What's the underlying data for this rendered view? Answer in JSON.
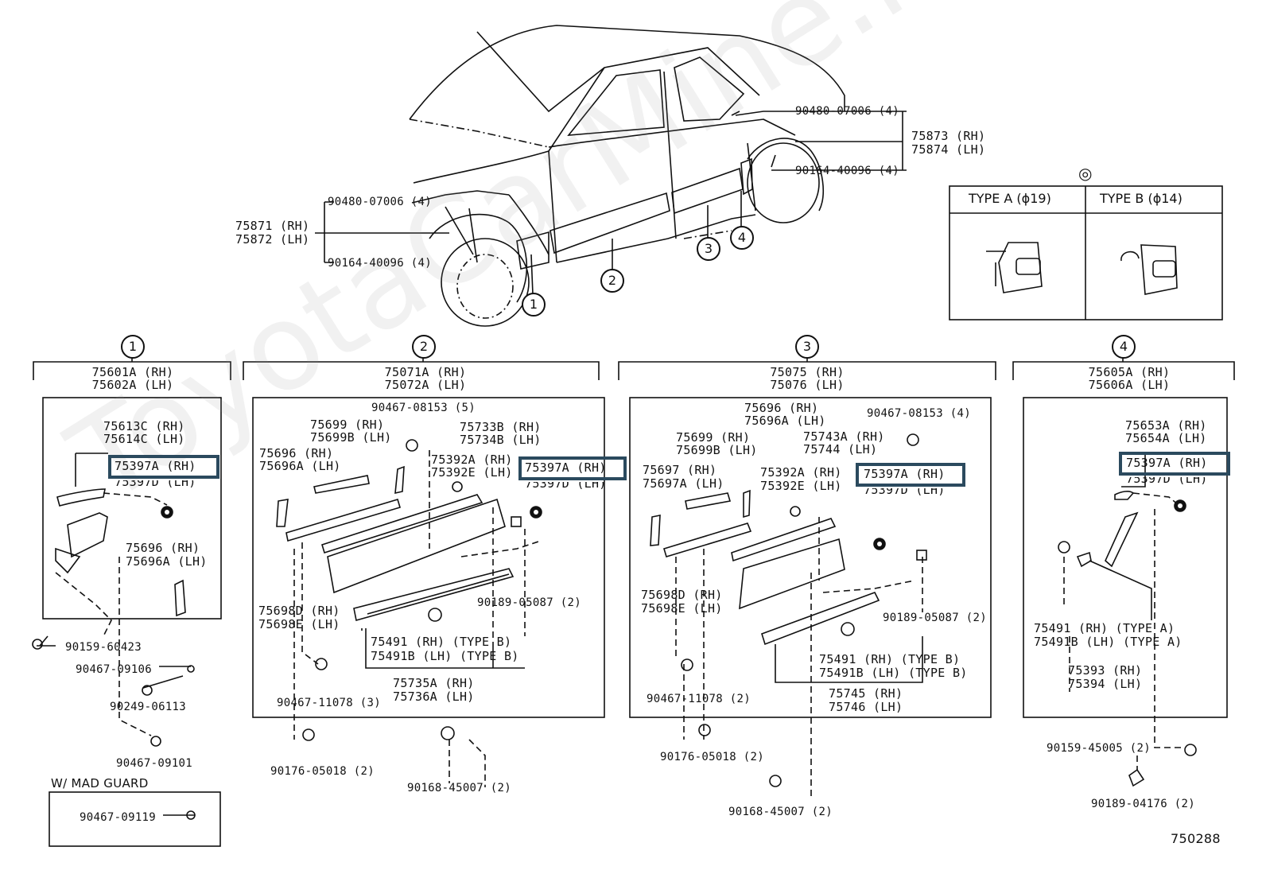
{
  "watermark": "ToyotaCarMine.ru",
  "figure_number": "750288",
  "overview": {
    "front_arch_parts": [
      "75871 (RH)",
      "75872 (LH)"
    ],
    "front_arch_clip": "90480-07006 (4)",
    "front_arch_screw": "90164-40096 (4)",
    "rear_arch_parts": [
      "75873 (RH)",
      "75874 (LH)"
    ],
    "rear_arch_clip": "90480-07006 (4)",
    "rear_arch_screw": "90164-40096 (4)",
    "callouts": [
      "1",
      "2",
      "3",
      "4"
    ]
  },
  "clip_types": {
    "marker": "◎",
    "type_a": "TYPE  A (ϕ19)",
    "type_b": "TYPE  B (ϕ14)"
  },
  "section1": {
    "callout": "1",
    "assembly": [
      "75601A (RH)",
      "75602A (LH)"
    ],
    "moulding": [
      "75613C (RH)",
      "75614C (LH)"
    ],
    "clip_rh": "75397A (RH)",
    "clip_lh": "75397D (LH)",
    "pad": [
      "75696  (RH)",
      "75696A (LH)"
    ],
    "bolt1": "90159-60423",
    "clip1": "90467-09106",
    "screw1": "90249-06113",
    "clip2": "90467-09101",
    "mad_guard_title": "W/ MAD GUARD",
    "mad_guard_part": "90467-09119"
  },
  "section2": {
    "callout": "2",
    "assembly": [
      "75071A (RH)",
      "75072A (LH)"
    ],
    "clip_top": "90467-08153 (5)",
    "part_75699": [
      "75699  (RH)",
      "75699B (LH)"
    ],
    "part_75733": [
      "75733B (RH)",
      "75734B (LH)"
    ],
    "part_75696": [
      "75696  (RH)",
      "75696A (LH)"
    ],
    "part_75392": [
      "75392A (RH)",
      "75392E (LH)"
    ],
    "clip_rh": "75397A (RH)",
    "clip_lh": "75397D (LH)",
    "part_75698": [
      "75698D (RH)",
      "75698E (LH)"
    ],
    "clip_90189": "90189-05087 (2)",
    "part_75491": [
      "75491  (RH) (TYPE  B)",
      "75491B (LH) (TYPE  B)"
    ],
    "part_75735": [
      "75735A (RH)",
      "75736A (LH)"
    ],
    "clip_bottom": "90467-11078 (3)",
    "screw_left": "90176-05018 (2)",
    "screw_right": "90168-45007 (2)"
  },
  "section3": {
    "callout": "3",
    "assembly": [
      "75075 (RH)",
      "75076 (LH)"
    ],
    "part_75696": [
      "75696  (RH)",
      "75696A (LH)"
    ],
    "clip_top": "90467-08153 (4)",
    "part_75699": [
      "75699  (RH)",
      "75699B (LH)"
    ],
    "part_75743": [
      "75743A (RH)",
      "75744  (LH)"
    ],
    "part_75697": [
      "75697  (RH)",
      "75697A (LH)"
    ],
    "part_75392": [
      "75392A (RH)",
      "75392E (LH)"
    ],
    "clip_rh": "75397A (RH)",
    "clip_lh": "75397D (LH)",
    "part_75698": [
      "75698D (RH)",
      "75698E (LH)"
    ],
    "clip_90189": "90189-05087 (2)",
    "part_75491": [
      "75491  (RH) (TYPE  B)",
      "75491B (LH) (TYPE  B)"
    ],
    "part_75745": [
      "75745 (RH)",
      "75746 (LH)"
    ],
    "clip_bottom": "90467-11078 (2)",
    "screw_left": "90176-05018 (2)",
    "screw_right": "90168-45007 (2)"
  },
  "section4": {
    "callout": "4",
    "assembly": [
      "75605A (RH)",
      "75606A (LH)"
    ],
    "moulding": [
      "75653A (RH)",
      "75654A (LH)"
    ],
    "clip_rh": "75397A (RH)",
    "clip_lh": "75397D (LH)",
    "part_75491": [
      "75491  (RH) (TYPE  A)",
      "75491B (LH) (TYPE  A)"
    ],
    "part_75393": [
      "75393 (RH)",
      "75394 (LH)"
    ],
    "screw1": "90159-45005 (2)",
    "clip1": "90189-04176 (2)"
  }
}
